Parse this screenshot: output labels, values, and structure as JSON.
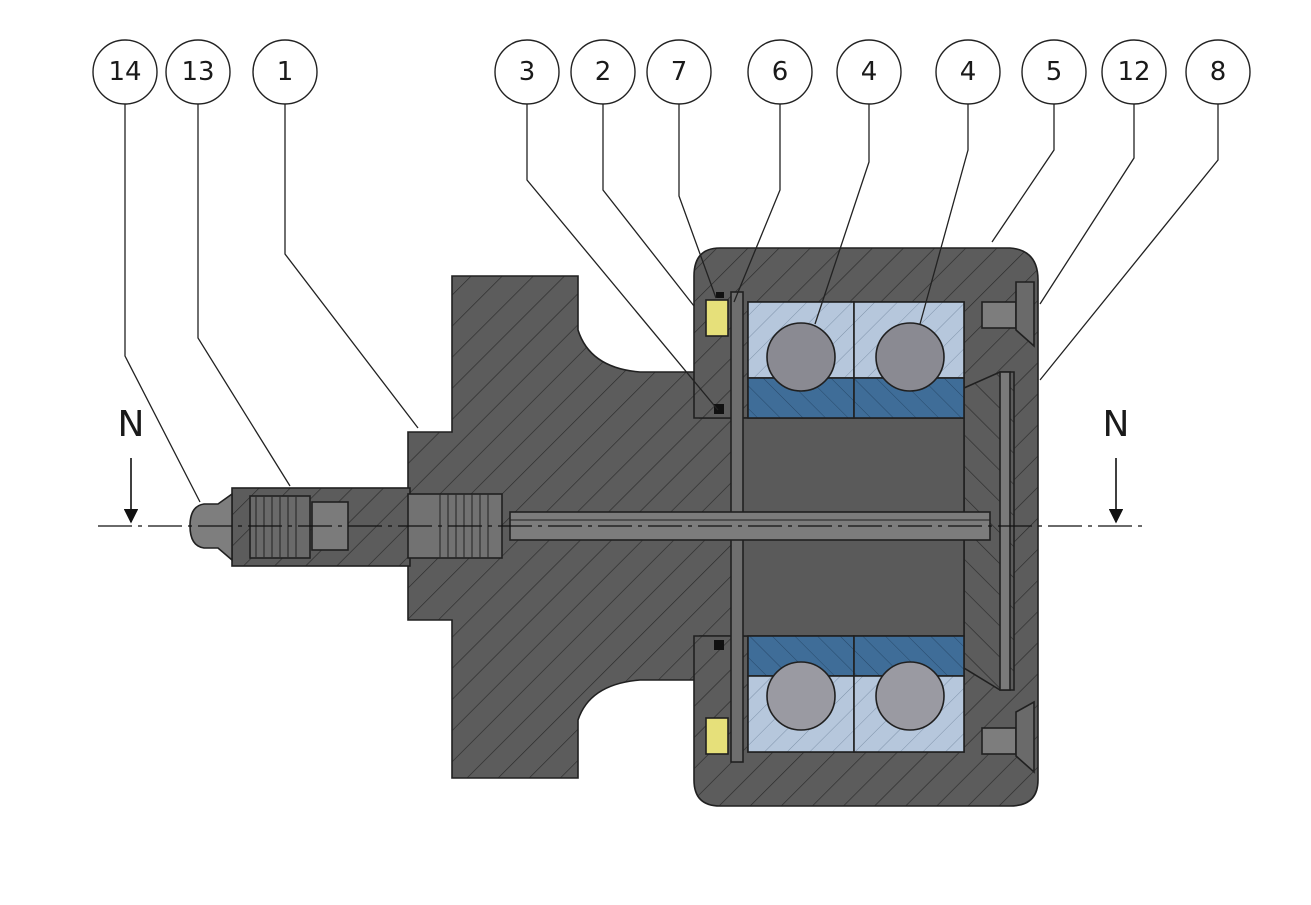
{
  "balloons": [
    {
      "label": "14"
    },
    {
      "label": "13"
    },
    {
      "label": "1"
    },
    {
      "label": "3"
    },
    {
      "label": "2"
    },
    {
      "label": "7"
    },
    {
      "label": "6"
    },
    {
      "label": "4"
    },
    {
      "label": "4"
    },
    {
      "label": "5"
    },
    {
      "label": "12"
    },
    {
      "label": "8"
    }
  ],
  "section_markers": {
    "left": "N",
    "right": "N"
  },
  "colors": {
    "steel_section": "#5c5c5c",
    "hatch_line": "#2b2b2b",
    "bearing_light": "#b6c7dc",
    "bearing_dark": "#3f6d98",
    "ball": "#8a8a92",
    "seal_yellow": "#e6e07a",
    "shaft_bore": "#6e6e6e"
  }
}
